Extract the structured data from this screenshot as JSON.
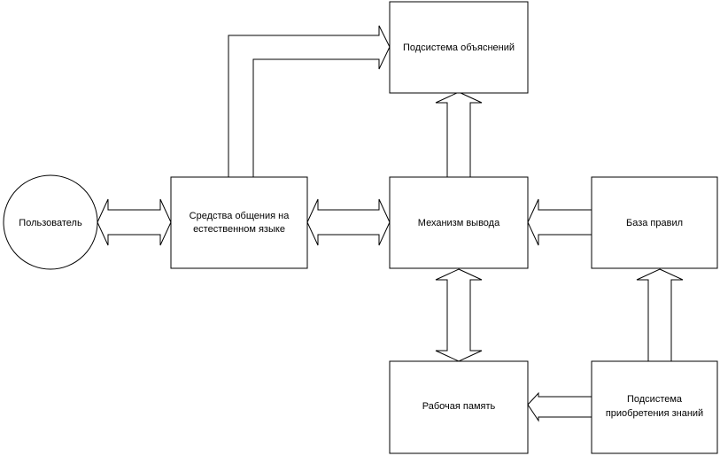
{
  "nodes": {
    "user": "Пользователь",
    "nl_interface": [
      "Средства общения на",
      "естественном языке"
    ],
    "explanation": "Подсистема объяснений",
    "inference": "Механизм вывода",
    "rules": "База правил",
    "memory": "Рабочая память",
    "acquisition": [
      "Подсистема",
      "приобретения знаний"
    ]
  }
}
